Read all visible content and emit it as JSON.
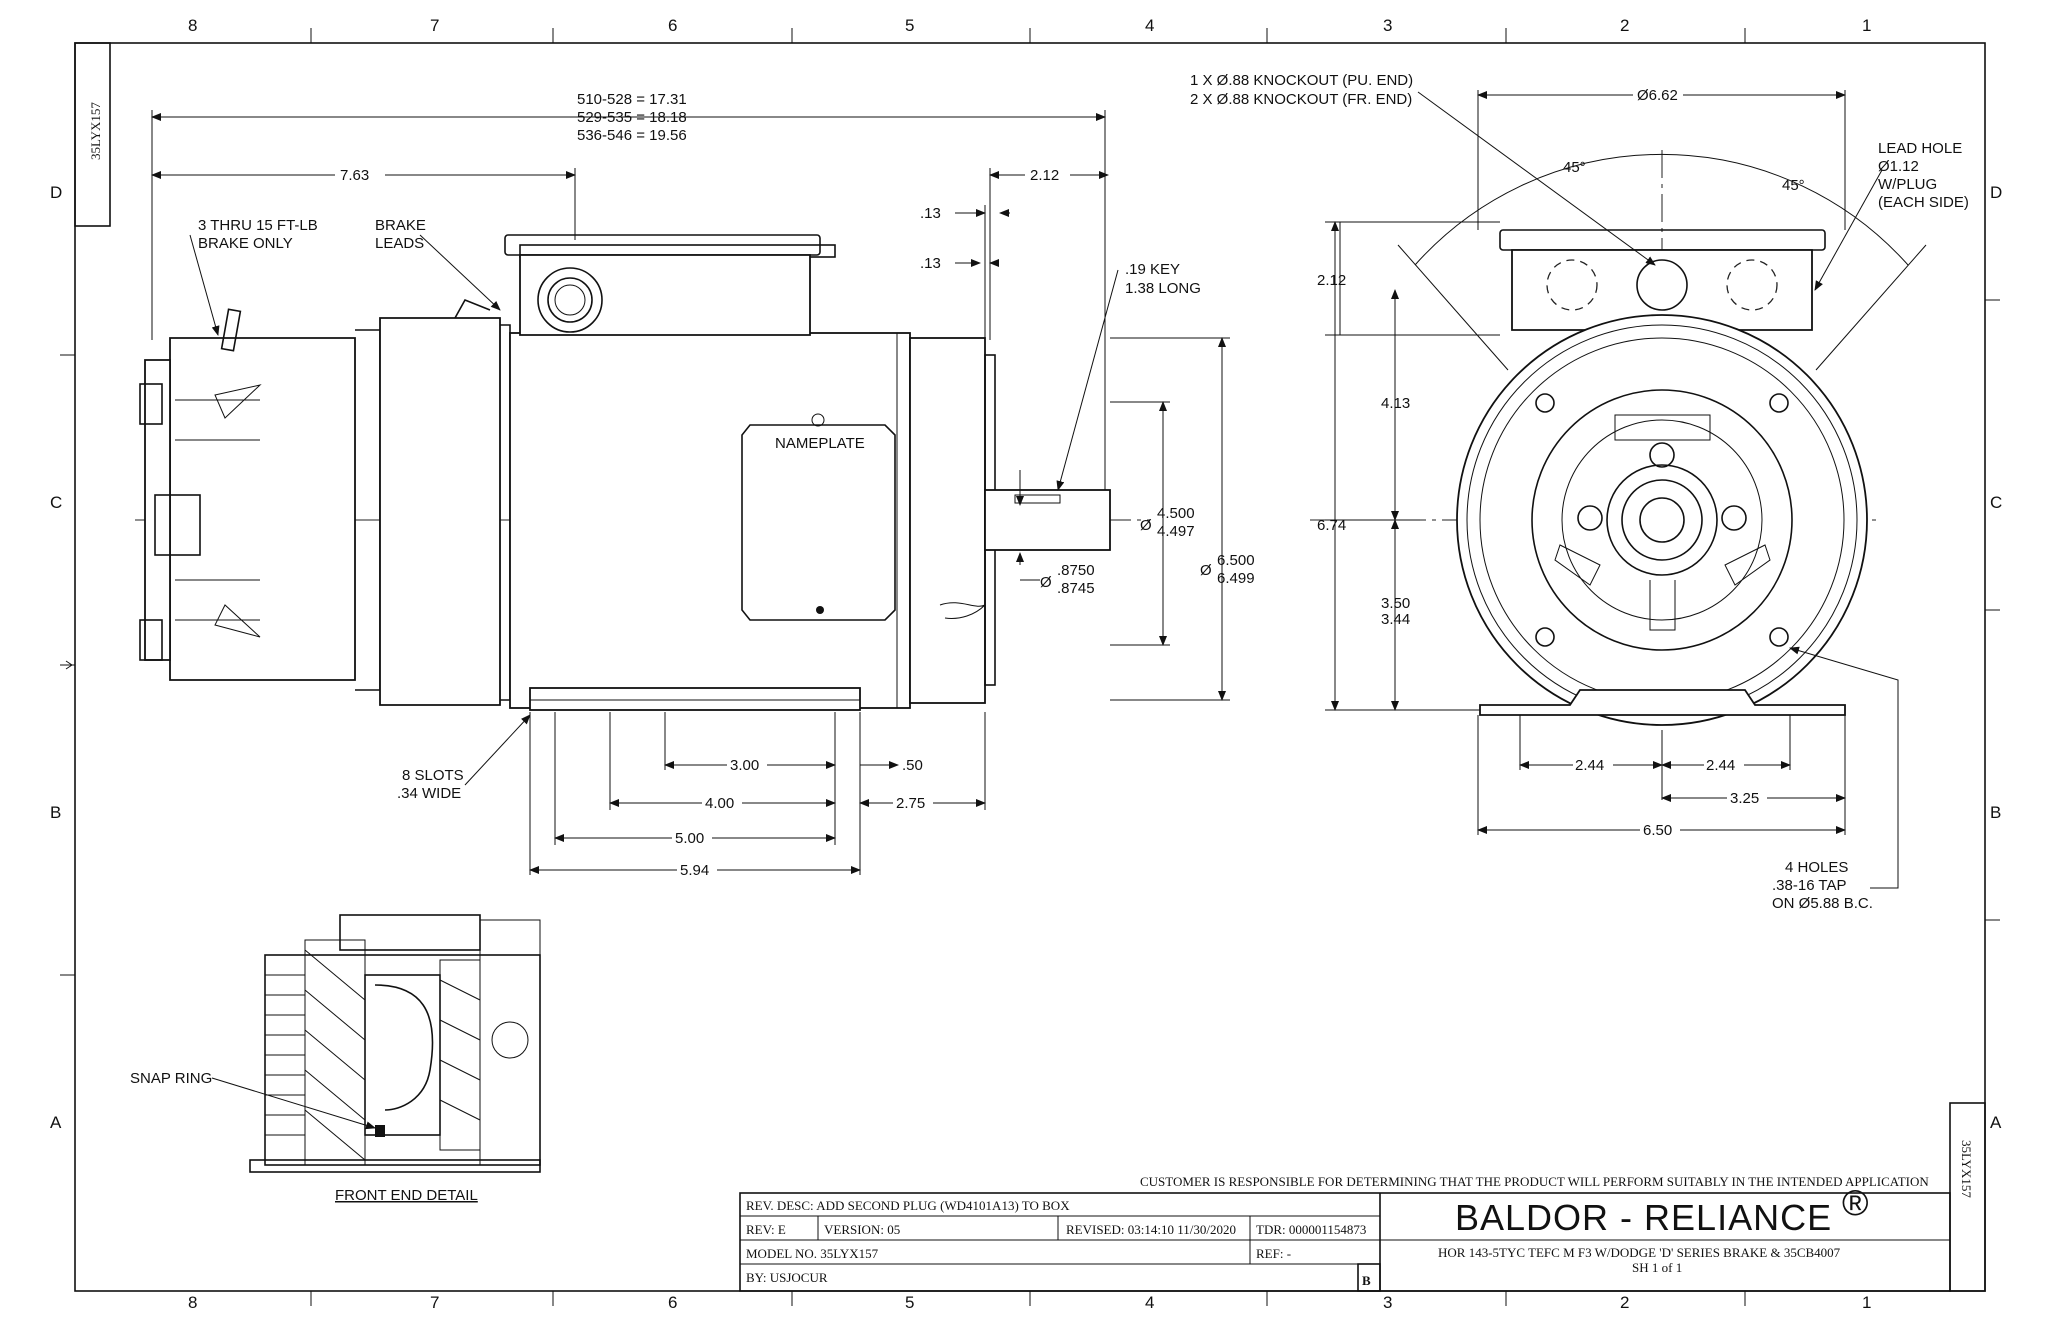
{
  "drawing": {
    "model_side_label": "35LYX157",
    "zones_top": [
      "8",
      "7",
      "6",
      "5",
      "4",
      "3",
      "2",
      "1"
    ],
    "zones_side": [
      "D",
      "C",
      "B",
      "A"
    ]
  },
  "side_view": {
    "overall_len_1": "510-528 = 17.31",
    "overall_len_2": "529-535 = 18.18",
    "overall_len_3": "536-546 = 19.56",
    "dim_763": "7.63",
    "dim_212": "2.12",
    "dim_13a": ".13",
    "dim_13b": ".13",
    "key_1": ".19 KEY",
    "key_2": "1.38 LONG",
    "brake_note_1": "3 THRU 15 FT-LB",
    "brake_note_2": "BRAKE ONLY",
    "brake_leads_1": "BRAKE",
    "brake_leads_2": "LEADS",
    "nameplate": "NAMEPLATE",
    "shaft_dia_1": "4.500",
    "shaft_dia_2": "4.497",
    "pilot_dia_1": "6.500",
    "pilot_dia_2": "6.499",
    "shaft_small_1": ".8750",
    "shaft_small_2": ".8745",
    "dia_symbol": "Ø",
    "slots_1": "8 SLOTS",
    "slots_2": ".34 WIDE",
    "dim_300": "3.00",
    "dim_400": "4.00",
    "dim_500": "5.00",
    "dim_594": "5.94",
    "dim_050": ".50",
    "dim_275": "2.75"
  },
  "end_view": {
    "knockout_1": "1 X Ø.88 KNOCKOUT (PU. END)",
    "knockout_2": "2 X Ø.88 KNOCKOUT (FR. END)",
    "dim_662": "Ø6.62",
    "angle_left": "45°",
    "angle_right": "45°",
    "lead_hole_1": "LEAD HOLE",
    "lead_hole_2": "Ø1.12",
    "lead_hole_3": "W/PLUG",
    "lead_hole_4": "(EACH SIDE)",
    "dim_212": "2.12",
    "dim_413": "4.13",
    "dim_674": "6.74",
    "dim_350": "3.50",
    "dim_344": "3.44",
    "dim_244a": "2.44",
    "dim_244b": "2.44",
    "dim_325": "3.25",
    "dim_650": "6.50",
    "holes_1": "4 HOLES",
    "holes_2": ".38-16 TAP",
    "holes_3": "ON Ø5.88 B.C."
  },
  "detail": {
    "snap_ring": "SNAP RING",
    "caption": "FRONT END DETAIL"
  },
  "title_block": {
    "disclaimer": "CUSTOMER IS RESPONSIBLE FOR DETERMINING THAT THE PRODUCT WILL PERFORM SUITABLY IN THE INTENDED APPLICATION",
    "rev_desc": "REV. DESC: ADD SECOND PLUG (WD4101A13) TO BOX",
    "rev": "REV:  E",
    "version": "VERSION:  05",
    "revised": "REVISED:  03:14:10 11/30/2020",
    "tdr": "TDR: 000001154873",
    "model_no": "MODEL NO.  35LYX157",
    "ref": "REF:  -",
    "by": "BY: USJOCUR",
    "size": "B",
    "brand": "BALDOR - RELIANCE",
    "registered": "®",
    "description": "HOR 143-5TYC TEFC M F3 W/DODGE 'D' SERIES BRAKE & 35CB4007",
    "sheet": "SH 1 of 1",
    "side_model": "35LYX157"
  }
}
